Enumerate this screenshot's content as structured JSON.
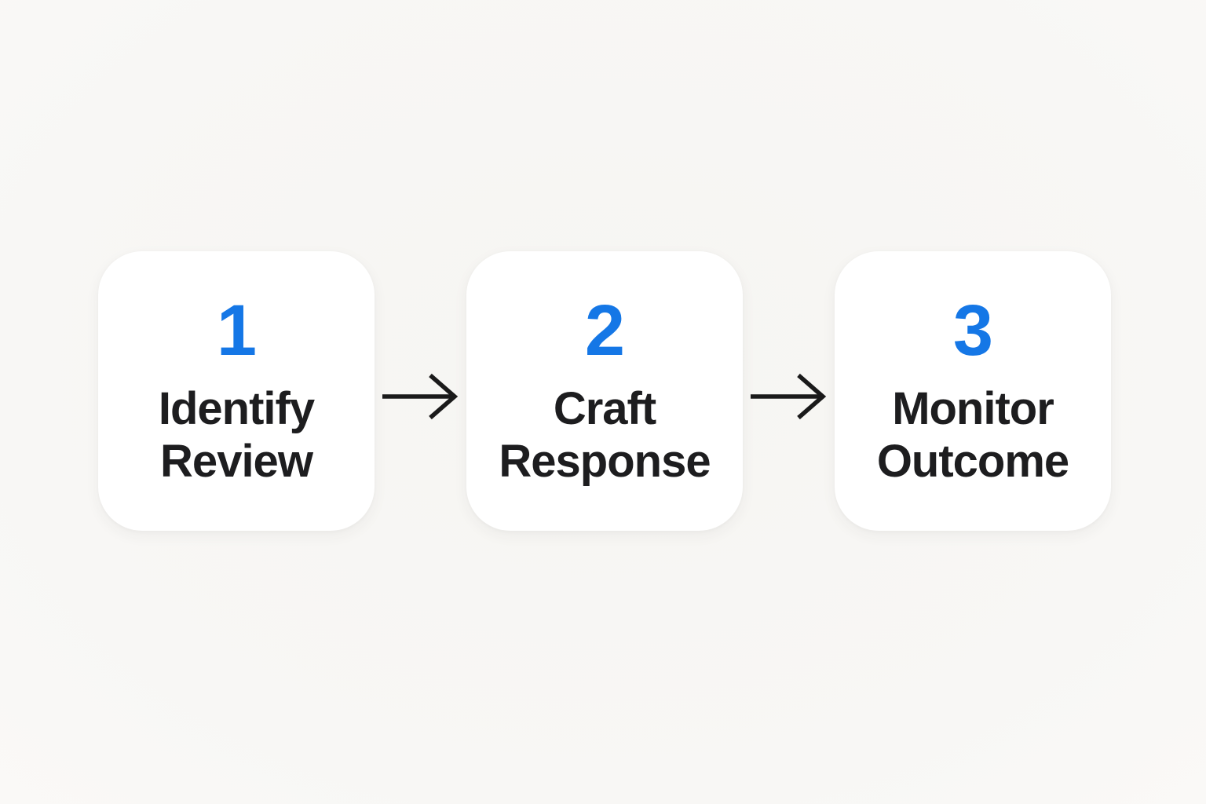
{
  "diagram": {
    "title": "three-step-process-flow",
    "steps": [
      {
        "number": "1",
        "label": "Identify Review"
      },
      {
        "number": "2",
        "label": "Craft Response"
      },
      {
        "number": "3",
        "label": "Monitor Outcome"
      }
    ],
    "connectors": [
      {
        "icon": "arrow-right-icon"
      },
      {
        "icon": "arrow-right-icon"
      }
    ],
    "colors": {
      "accent_blue": "#1577E6",
      "text_dark": "#1D1D1F",
      "card_background": "#FFFFFF",
      "page_background": "#F7F6F3",
      "arrow": "#1A1A1A"
    }
  }
}
